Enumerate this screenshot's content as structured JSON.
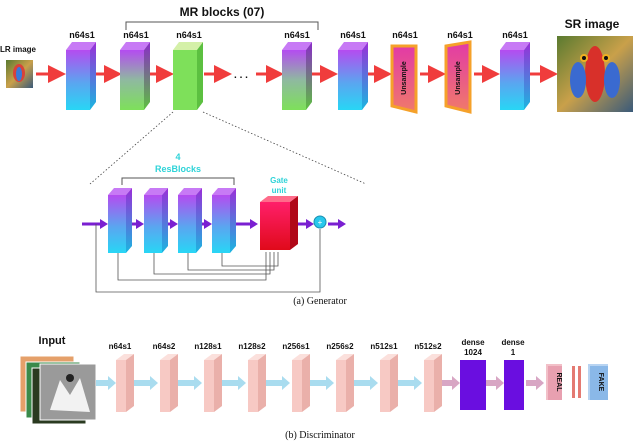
{
  "generator": {
    "mr_blocks_title": "MR blocks (07)",
    "lr_label": "LR image",
    "sr_label": "SR image",
    "layer_labels": [
      "n64s1",
      "n64s1",
      "n64s1",
      "n64s1",
      "n64s1",
      "n64s1",
      "n64s1",
      "n64s1"
    ],
    "upsample_label": "Unsample",
    "ellipsis": ". . .",
    "caption": "(a)  Generator"
  },
  "mr_block_detail": {
    "resblocks_count": "4",
    "resblocks_label": "ResBlocks",
    "gate_line1": "Gate",
    "gate_line2": "unit",
    "sum_symbol": "+"
  },
  "discriminator": {
    "input_label": "Input",
    "layer_labels": [
      "n64s1",
      "n64s2",
      "n128s1",
      "n128s2",
      "n256s1",
      "n256s2",
      "n512s1",
      "n512s2"
    ],
    "dense1_line1": "dense",
    "dense1_line2": "1024",
    "dense2_line1": "dense",
    "dense2_line2": "1",
    "real_label": "REAL",
    "fake_label": "FAKE",
    "caption": "(b)  Discriminator"
  },
  "colors": {
    "arrow_red": "#f03c3c",
    "arrow_purple": "#7a1fd1",
    "block_top": "#b44cf0",
    "block_bottom": "#28d6f5",
    "mr_bottom": "#7ee05a",
    "upsample_orange": "#f5a12a",
    "upsample_magenta": "#d12fae",
    "gate_red": "#e8102c",
    "disc_block": "#f7c9c4",
    "disc_arrow": "#a9dcef",
    "dense_purple": "#6a0ee0",
    "real_red": "#e07a8a",
    "fake_blue": "#8ab8e8"
  }
}
